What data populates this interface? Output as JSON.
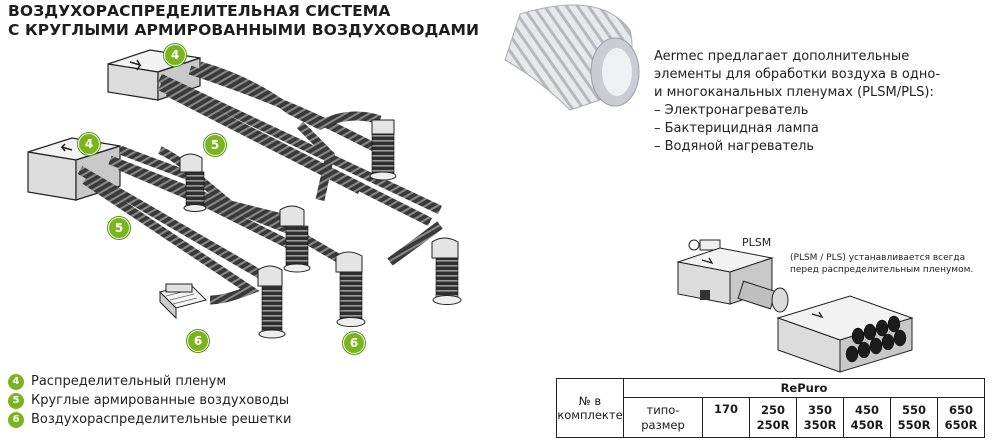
{
  "title": {
    "line1": "ВОЗДУХОРАСПРЕДЕЛИТЕЛЬНАЯ СИСТЕМА",
    "line2": "С КРУГЛЫМИ АРМИРОВАННЫМИ ВОЗДУХОВОДАМИ"
  },
  "badges": [
    "4",
    "4",
    "5",
    "5",
    "6",
    "6"
  ],
  "description": {
    "line1": "Aermec предлагает дополнительные",
    "line2": "элементы для обработки воздуха в одно-",
    "line3": "и многоканальных пленумах (PLSM/PLS):",
    "item1": "– Электронагреватель",
    "item2": "– Бактерицидная лампа",
    "item3": "– Водяной нагреватель"
  },
  "plsm_label": "PLSM",
  "plsm_note": {
    "line1": "(PLSM / PLS) устанавливается всегда",
    "line2": "перед распределительным пленумом."
  },
  "legend": [
    {
      "num": "4",
      "label": "Распределительный пленум"
    },
    {
      "num": "5",
      "label": "Круглые армированные воздуховоды"
    },
    {
      "num": "6",
      "label": "Воздухораспределительные решетки"
    }
  ],
  "table": {
    "col1_header_line1": "№ в",
    "col1_header_line2": "комплекте",
    "group_header": "RePuro",
    "row_label_line1": "типо-",
    "row_label_line2": "размер",
    "sizes": [
      {
        "a": "170",
        "b": ""
      },
      {
        "a": "250",
        "b": "250R"
      },
      {
        "a": "350",
        "b": "350R"
      },
      {
        "a": "450",
        "b": "450R"
      },
      {
        "a": "550",
        "b": "550R"
      },
      {
        "a": "650",
        "b": "650R"
      }
    ]
  },
  "colors": {
    "badge_green": "#7ab51d",
    "text": "#222222"
  }
}
